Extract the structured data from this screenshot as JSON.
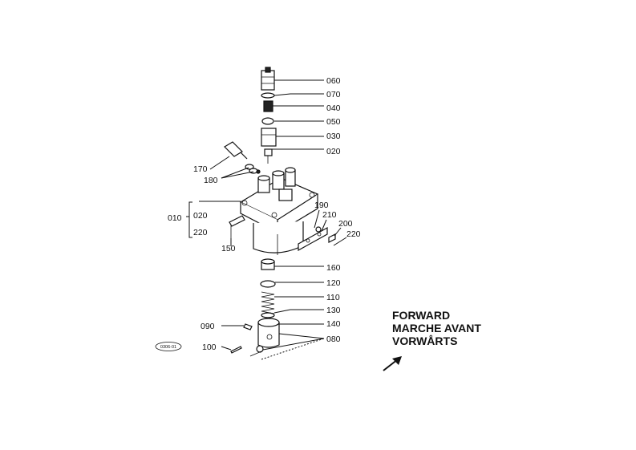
{
  "parts": [
    {
      "id": "060"
    },
    {
      "id": "070"
    },
    {
      "id": "040"
    },
    {
      "id": "050"
    },
    {
      "id": "030"
    },
    {
      "id": "020"
    },
    {
      "id": "170"
    },
    {
      "id": "180"
    },
    {
      "id": "010"
    },
    {
      "id": "020"
    },
    {
      "id": "220"
    },
    {
      "id": "150"
    },
    {
      "id": "190"
    },
    {
      "id": "210"
    },
    {
      "id": "200"
    },
    {
      "id": "220"
    },
    {
      "id": "160"
    },
    {
      "id": "120"
    },
    {
      "id": "110"
    },
    {
      "id": "130"
    },
    {
      "id": "090"
    },
    {
      "id": "140"
    },
    {
      "id": "100"
    },
    {
      "id": "080"
    }
  ],
  "stamp": "0306-01",
  "direction": {
    "line1": "FORWARD",
    "line2": "MARCHE AVANT",
    "line3": "VORWÅRTS",
    "arrow_icon": "arrow-up-right-icon"
  }
}
